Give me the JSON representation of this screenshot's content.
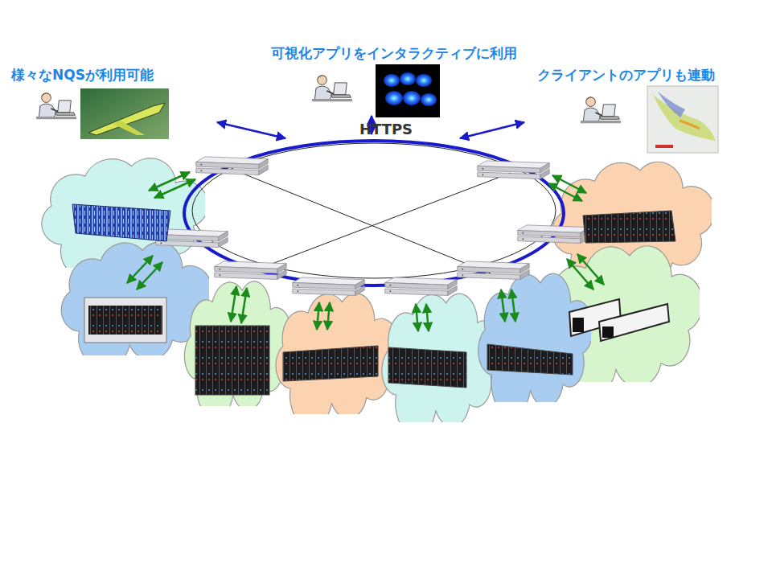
{
  "diagram": {
    "nodes": [
      {
        "text": [
          "様々なNQSが利用可能"
        ]
      },
      {
        "text": [
          "可視化アプリをインタラクティブに利用"
        ]
      },
      {
        "text": [
          "クライアントのアプリも連動"
        ]
      }
    ],
    "labels": [
      "HTTPS"
    ]
  }
}
